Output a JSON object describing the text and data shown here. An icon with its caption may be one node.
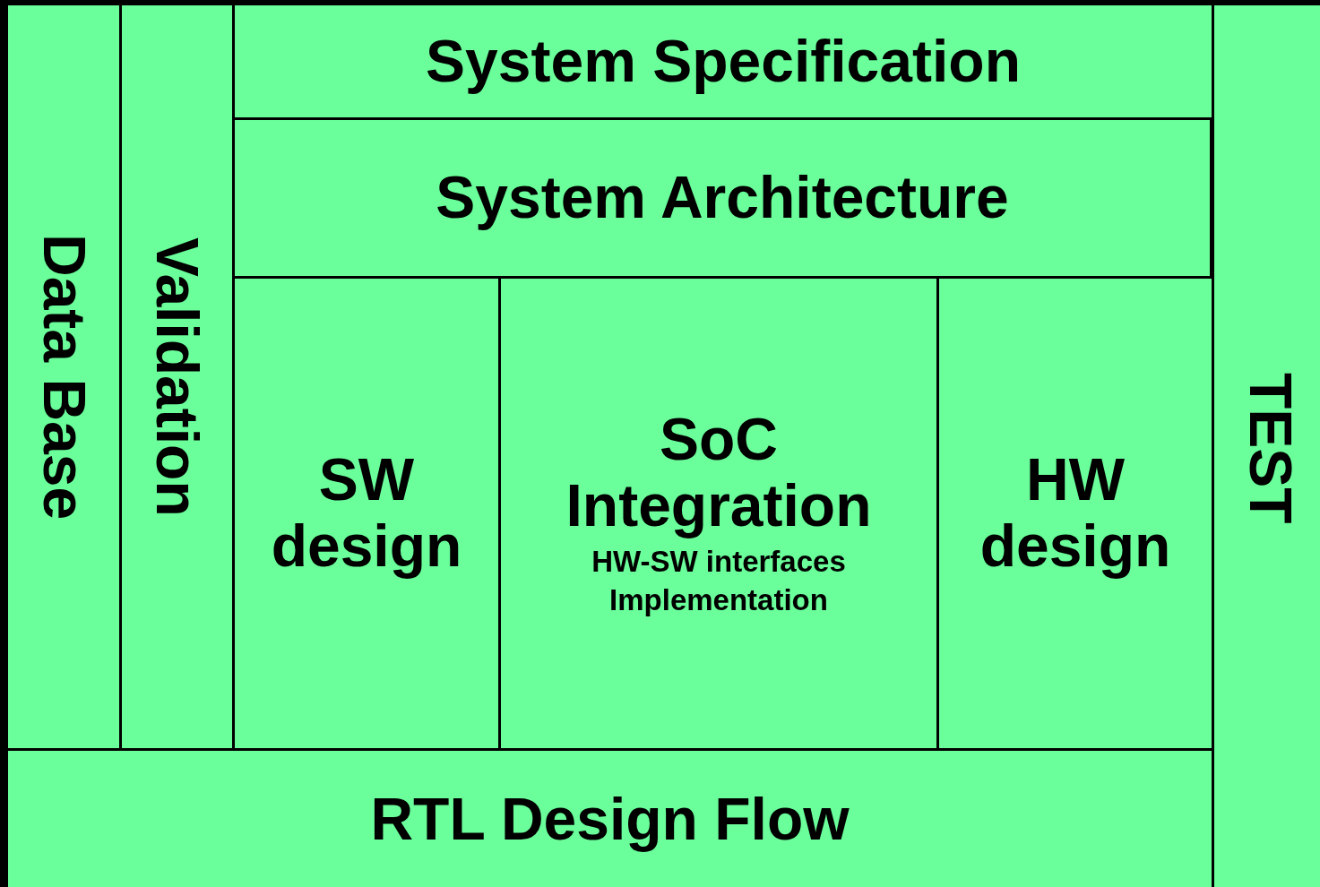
{
  "diagram": {
    "nodes": [
      {
        "text": [
          "Data Base"
        ]
      },
      {
        "text": [
          "Validation"
        ]
      },
      {
        "text": [
          "System Specification"
        ]
      },
      {
        "text": [
          "System Architecture"
        ]
      },
      {
        "text": [
          "SW design"
        ]
      },
      {
        "text": [
          "SoC Integration",
          "HW-SW interfaces Implementation"
        ]
      },
      {
        "text": [
          "HW design"
        ]
      },
      {
        "text": [
          "TEST"
        ]
      },
      {
        "text": [
          "RTL Design Flow"
        ]
      }
    ]
  }
}
